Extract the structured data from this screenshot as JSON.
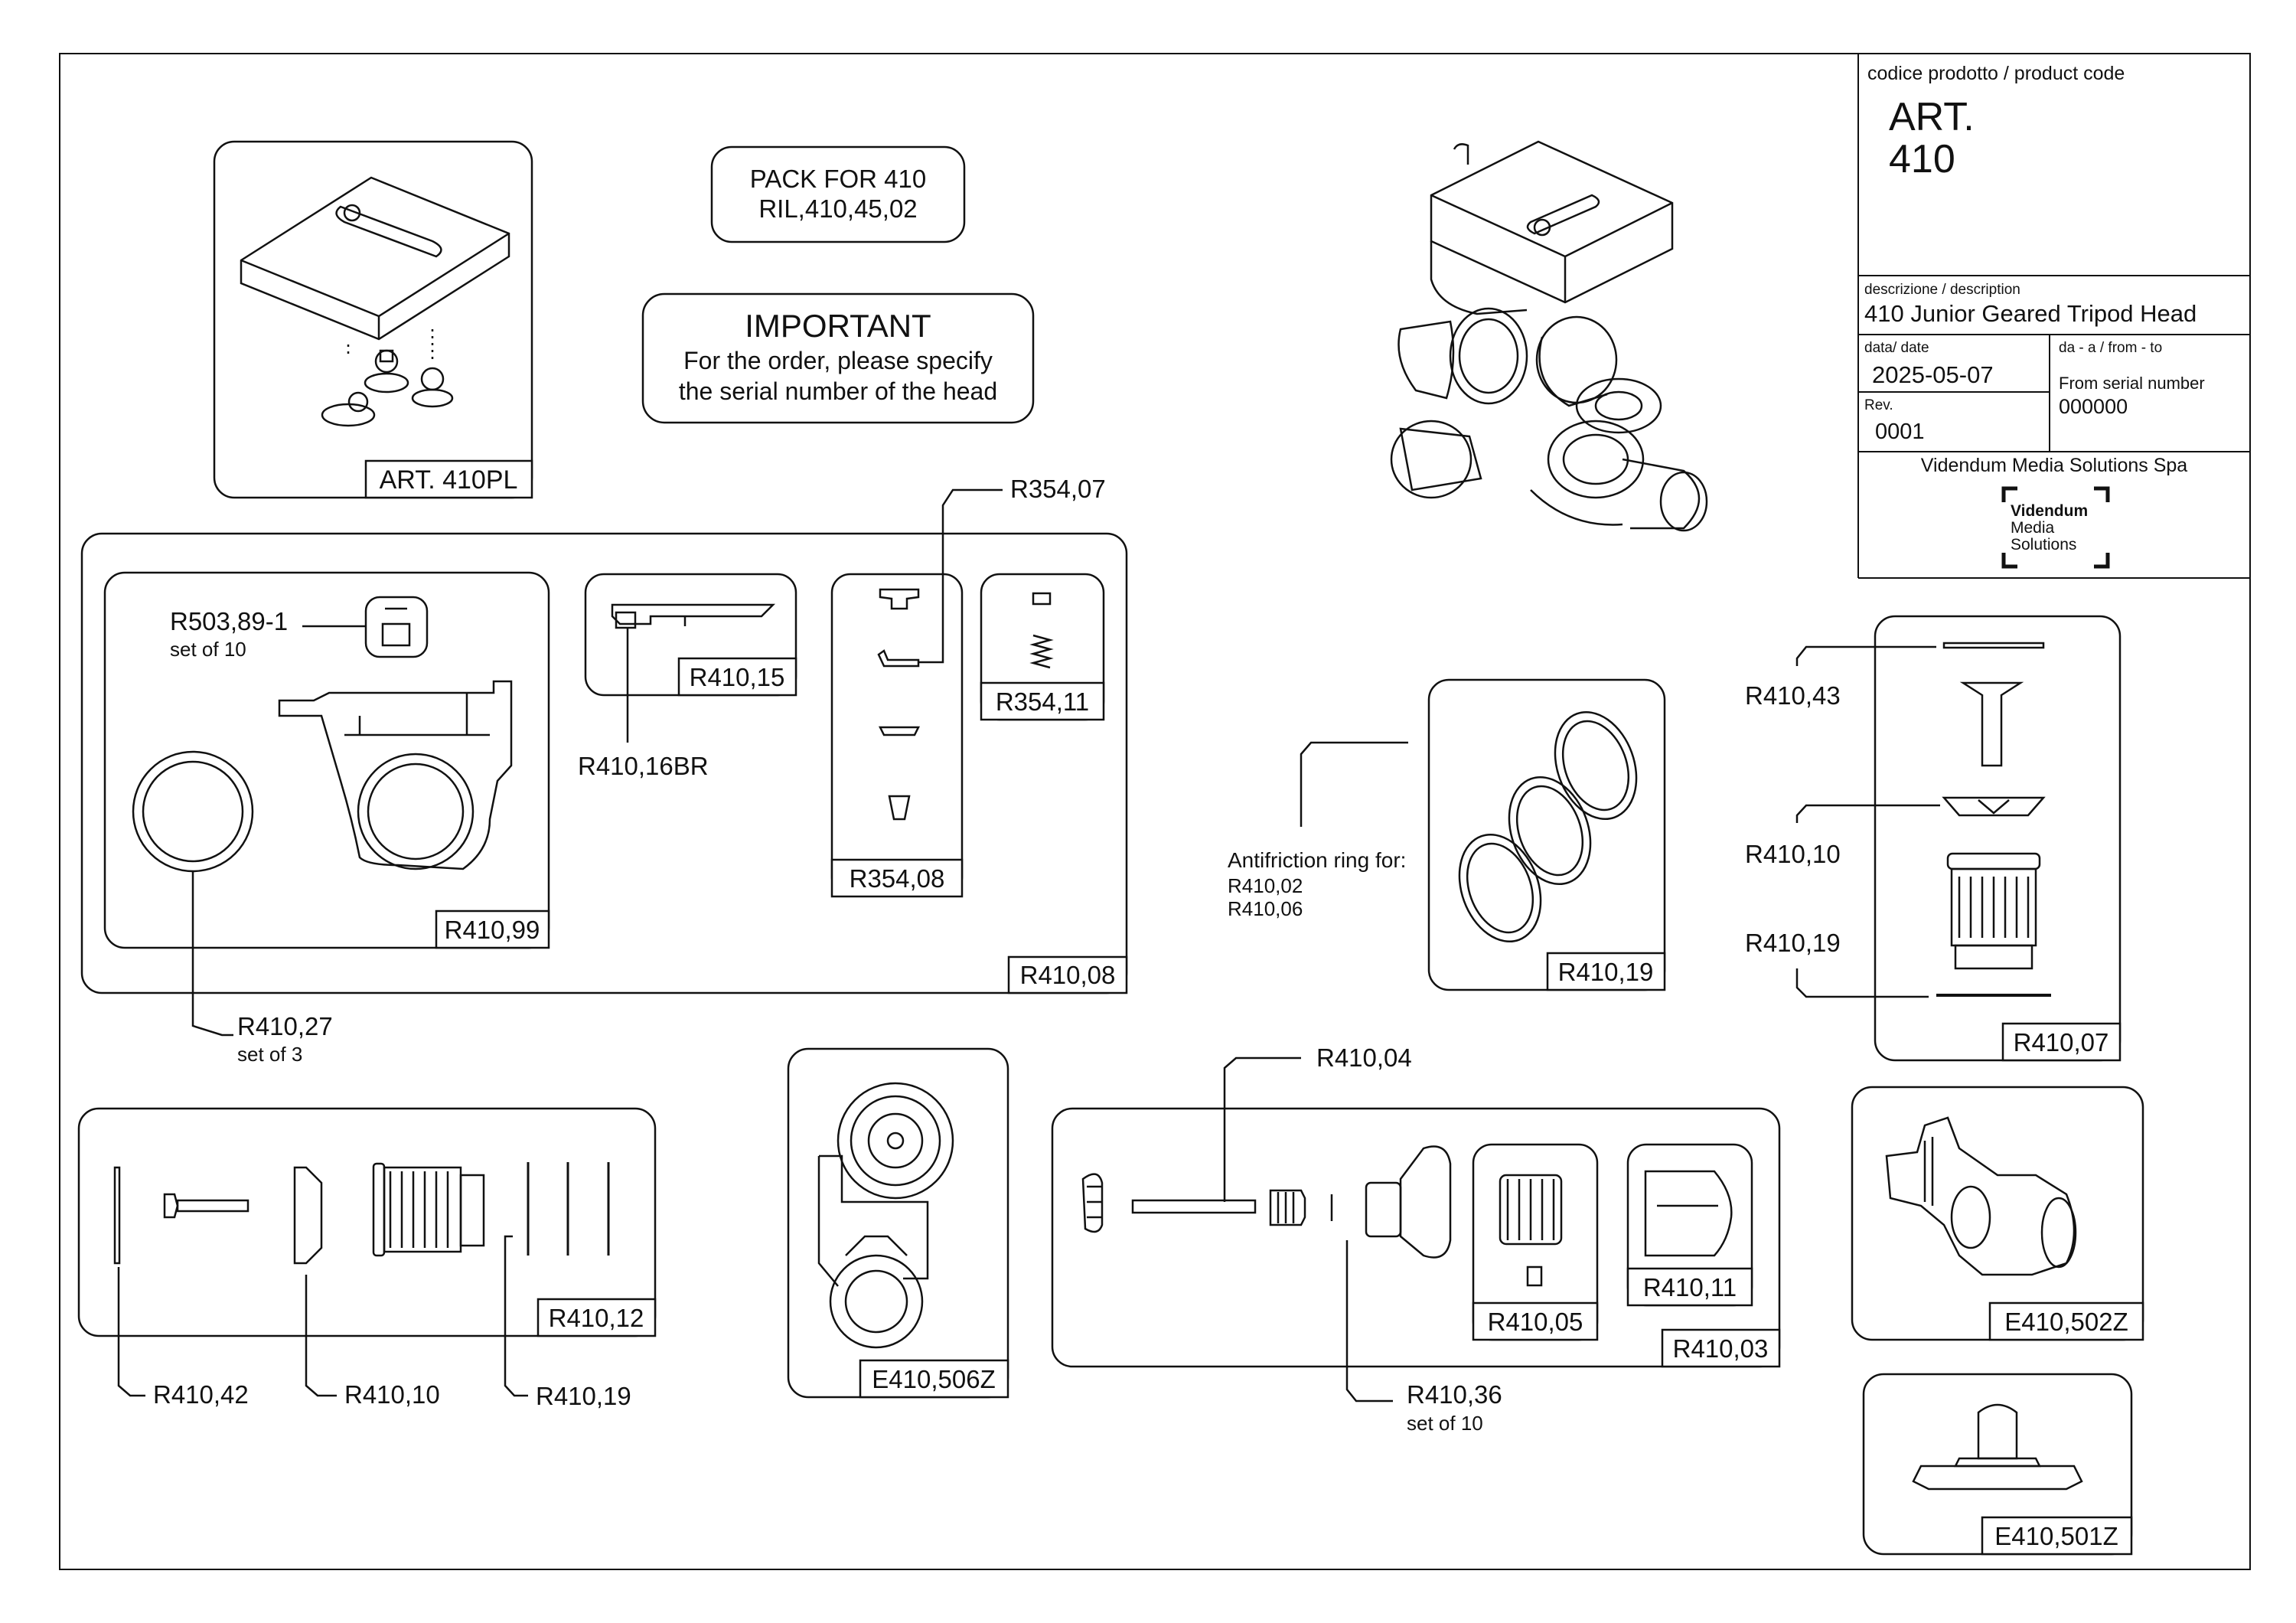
{
  "title_block": {
    "product_code_caption": "codice prodotto / product code",
    "art_line1": "ART.",
    "art_line2": "410",
    "description_caption": "descrizione / description",
    "description": "410 Junior Geared Tripod Head",
    "date_caption": "data/ date",
    "date": "2025-05-07",
    "from_to_caption": "da - a / from - to",
    "from_serial_caption": "From serial number",
    "serial": "000000",
    "rev_caption": "Rev.",
    "rev": "0001",
    "company": "Videndum Media Solutions Spa",
    "logo_line1": "Videndum",
    "logo_line2": "Media",
    "logo_line3": "Solutions"
  },
  "notes": {
    "pack_line1": "PACK FOR 410",
    "pack_line2": "RIL,410,45,02",
    "important_title": "IMPORTANT",
    "important_line1": "For the order, please specify",
    "important_line2": "the serial number of the head"
  },
  "parts": {
    "art_410pl": "ART. 410PL",
    "r503_89_1": "R503,89-1",
    "set_of_10": "set of 10",
    "r410_99": "R410,99",
    "r410_08": "R410,08",
    "r410_15": "R410,15",
    "r410_16br": "R410,16BR",
    "r354_07": "R354,07",
    "r354_08": "R354,08",
    "r354_11": "R354,11",
    "r410_27": "R410,27",
    "set_of_3": "set of 3",
    "antifriction_caption": "Antifriction ring for:",
    "antifriction_ref1": "R410,02",
    "antifriction_ref2": "R410,06",
    "r410_19_box": "R410,19",
    "r410_43": "R410,43",
    "r410_10_right": "R410,10",
    "r410_19_right": "R410,19",
    "r410_07": "R410,07",
    "r410_12": "R410,12",
    "r410_42": "R410,42",
    "r410_10_bottom": "R410,10",
    "r410_19_bottom": "R410,19",
    "e410_506z": "E410,506Z",
    "r410_04": "R410,04",
    "r410_05": "R410,05",
    "r410_11": "R410,11",
    "r410_03": "R410,03",
    "r410_36": "R410,36",
    "set_of_10_b": "set of 10",
    "e410_502z": "E410,502Z",
    "e410_501z": "E410,501Z"
  }
}
